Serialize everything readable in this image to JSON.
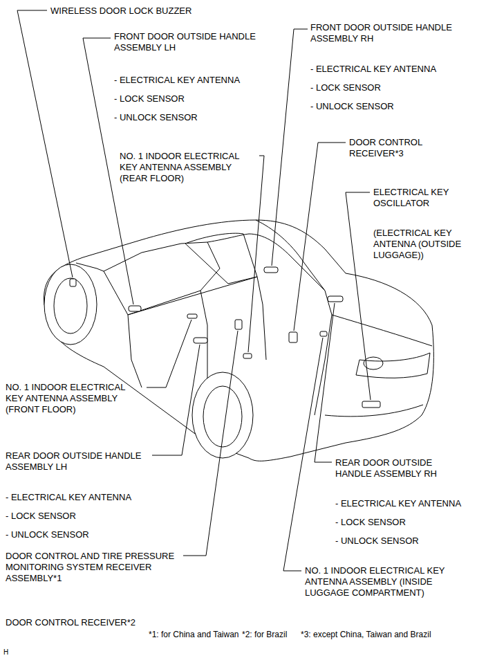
{
  "diagram": {
    "labels": [
      "WIRELESS DOOR LOCK BUZZER",
      "FRONT DOOR OUTSIDE HANDLE ASSEMBLY LH",
      "- ELECTRICAL KEY ANTENNA",
      "- LOCK SENSOR",
      "- UNLOCK SENSOR",
      "FRONT DOOR OUTSIDE HANDLE ASSEMBLY RH",
      "- ELECTRICAL KEY ANTENNA",
      "- LOCK SENSOR",
      "- UNLOCK SENSOR",
      "NO. 1 INDOOR ELECTRICAL KEY ANTENNA ASSEMBLY (REAR FLOOR)",
      "DOOR CONTROL RECEIVER*3",
      "ELECTRICAL KEY OSCILLATOR",
      "(ELECTRICAL KEY ANTENNA (OUTSIDE LUGGAGE))",
      "NO. 1 INDOOR ELECTRICAL KEY ANTENNA ASSEMBLY (FRONT FLOOR)",
      "REAR DOOR OUTSIDE HANDLE ASSEMBLY LH",
      "- ELECTRICAL KEY ANTENNA",
      "- LOCK SENSOR",
      "- UNLOCK SENSOR",
      "DOOR CONTROL AND TIRE PRESSURE MONITORING SYSTEM RECEIVER ASSEMBLY*1",
      "REAR DOOR OUTSIDE HANDLE ASSEMBLY RH",
      "- ELECTRICAL KEY ANTENNA",
      "- LOCK SENSOR",
      "- UNLOCK SENSOR",
      "NO. 1 INDOOR ELECTRICAL KEY ANTENNA ASSEMBLY (INSIDE LUGGAGE COMPARTMENT)",
      "DOOR CONTROL RECEIVER*2",
      "*1: for China and Taiwan",
      "*2: for Brazil",
      "*3: except China, Taiwan and Brazil",
      "H"
    ]
  }
}
